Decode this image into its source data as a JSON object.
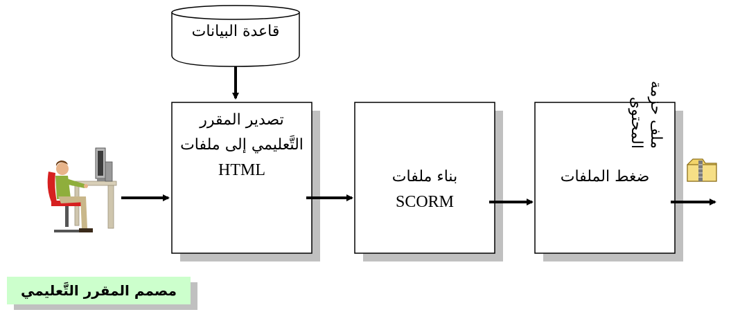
{
  "diagram": {
    "database": {
      "label": "قاعدة البيانات"
    },
    "designer": {
      "label": "مصمم المقرر التَّعليمي"
    },
    "steps": [
      {
        "line1": "تصدير المقرر",
        "line2": "التَّعليمي إلى ملفات",
        "line3": "HTML"
      },
      {
        "line1": "بناء ملفات",
        "line2": "SCORM"
      },
      {
        "line1": "ضغط الملفات"
      }
    ],
    "output": {
      "line1": "ملف حزمة",
      "line2": "المحتوى"
    },
    "colors": {
      "box_border": "#000000",
      "box_shadow": "#c0c0c0",
      "designer_label_bg": "#ccffcc",
      "arrow": "#000000",
      "zip_folder": "#f2d46a"
    }
  }
}
